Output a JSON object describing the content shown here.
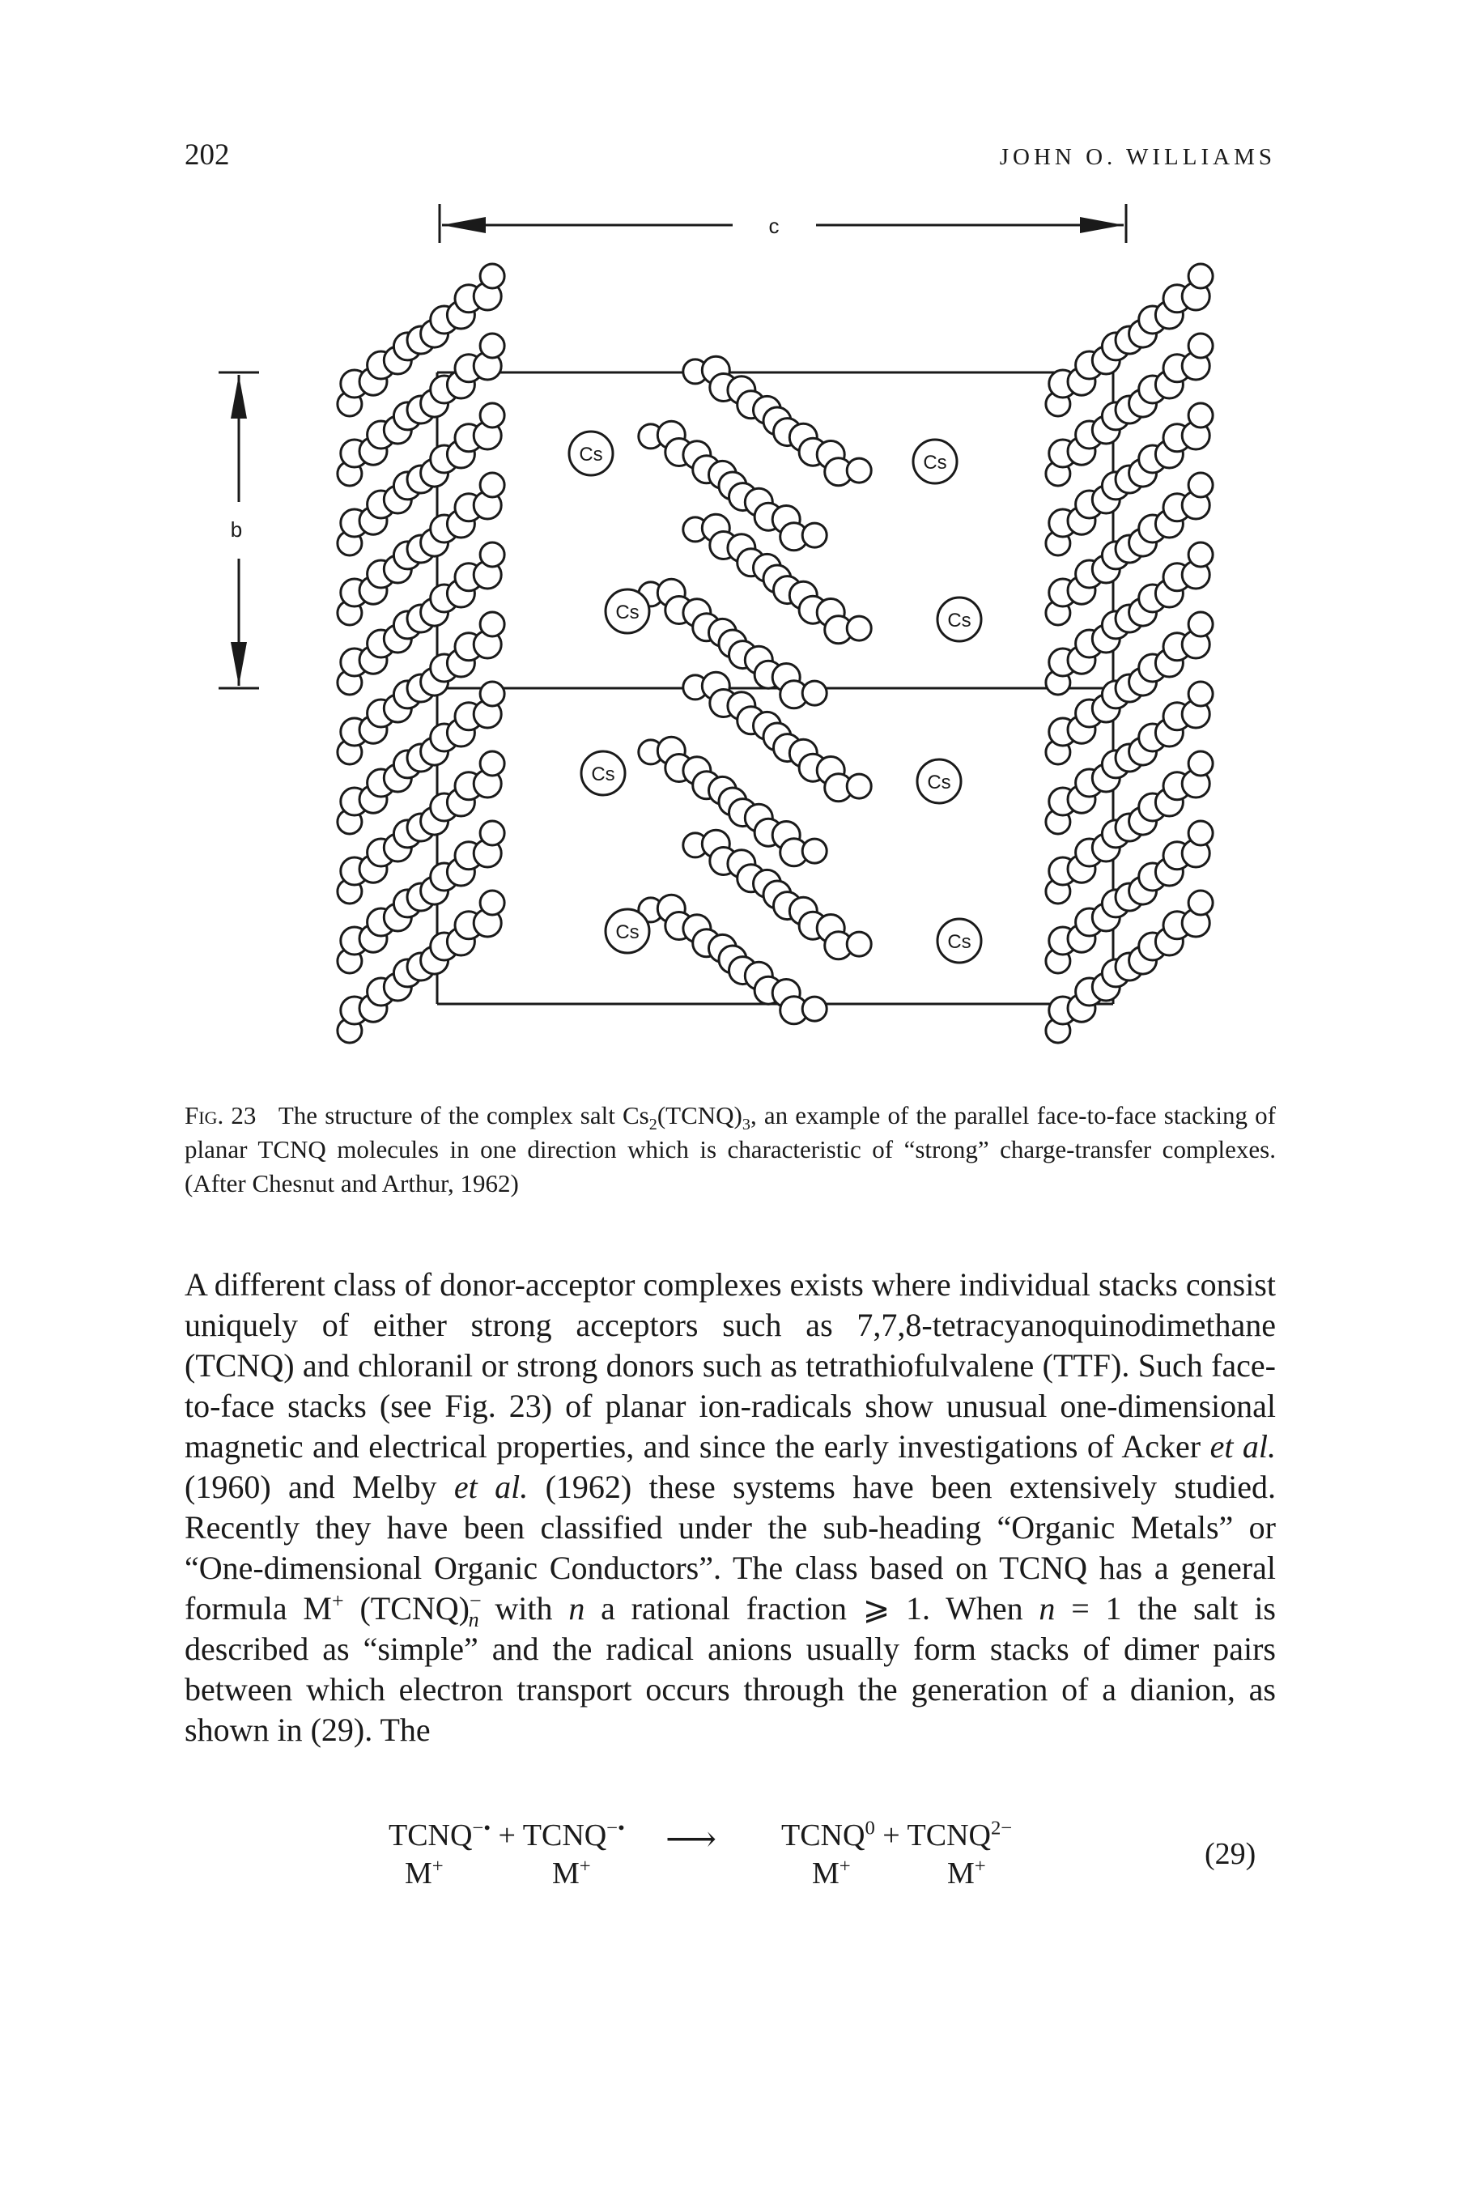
{
  "header": {
    "page_number": "202",
    "author": "JOHN O. WILLIAMS"
  },
  "figure": {
    "axis_c": "c",
    "axis_b": "b",
    "ion_label": "Cs"
  },
  "caption": {
    "fig_label": "Fig. 23",
    "text_before": "The structure of the complex salt Cs",
    "sub1": "2",
    "mid": "(TCNQ)",
    "sub2": "3",
    "text_after": ", an example of the parallel face-to-face stacking of planar TCNQ molecules in one direction which is characteristic of “strong” charge-transfer complexes. (After Chesnut and Arthur, 1962)"
  },
  "body": {
    "s1": "A different class of donor-acceptor complexes exists where individual stacks consist uniquely of either strong acceptors such as 7,7,8-tetracyanoquinodimethane (TCNQ) and chloranil or strong donors such as tetrathiofulvalene (TTF). Such face-to-face stacks (see Fig. 23) of planar ion-radicals show unusual one-dimensional magnetic and electrical properties, and since the early investigations of Acker ",
    "etal": "et al.",
    "s2": " (1960) and Melby ",
    "s3": " (1962) these systems have been extensively studied. Recently they have been classified under the sub-heading “Organic Metals” or “One-dimensional Organic Conductors”. The class based on TCNQ has a general formula M",
    "plus": "+",
    "s4": " (TCNQ)",
    "minus": "−",
    "n": "n",
    "s5": " with ",
    "s6": " a rational fraction ⩾ 1. When ",
    "s7": " = 1 the salt is described as “simple” and the radical anions usually form stacks of dimer pairs between which electron transport occurs through the generation of a dianion, as shown in (29). The"
  },
  "equation": {
    "lhs1": "TCNQ",
    "lhs_radical": "−•",
    "plus_sign": " + ",
    "lhs2": "TCNQ",
    "arrow": "⟶",
    "rhs1": "TCNQ",
    "rhs1_sup": "0",
    "rhs2": "TCNQ",
    "rhs2_sup": "2−",
    "cation": "M",
    "cation_sup": "+",
    "number": "(29)"
  }
}
